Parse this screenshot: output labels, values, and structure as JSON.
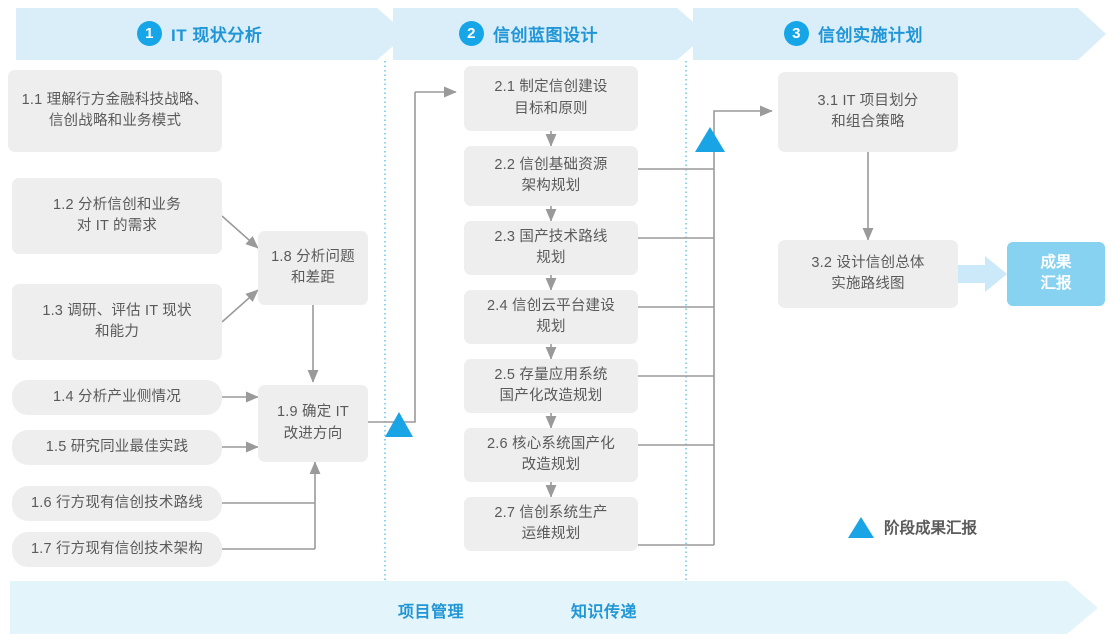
{
  "header": {
    "phases": [
      {
        "num": "1",
        "label": "IT 现状分析"
      },
      {
        "num": "2",
        "label": "信创蓝图设计"
      },
      {
        "num": "3",
        "label": "信创实施计划"
      }
    ],
    "band_fill": "#d9eef9",
    "accent": "#2196d6",
    "badge_fill": "#16a6e8"
  },
  "nodes": {
    "n11": "1.1 理解行方金融科技战略、\n信创战略和业务模式",
    "n12": "1.2 分析信创和业务\n对 IT 的需求",
    "n13": "1.3 调研、评估 IT 现状\n和能力",
    "n14": "1.4 分析产业侧情况",
    "n15": "1.5 研究同业最佳实践",
    "n16": "1.6 行方现有信创技术路线",
    "n17": "1.7 行方现有信创技术架构",
    "n18": "1.8 分析问题\n和差距",
    "n19": "1.9 确定 IT\n改进方向",
    "n21": "2.1 制定信创建设\n目标和原则",
    "n22": "2.2 信创基础资源\n架构规划",
    "n23": "2.3 国产技术路线\n规划",
    "n24": "2.4 信创云平台建设\n规划",
    "n25": "2.5 存量应用系统\n国产化改造规划",
    "n26": "2.6 核心系统国产化\n改造规划",
    "n27": "2.7 信创系统生产\n运维规划",
    "n31": "3.1 IT 项目划分\n和组合策略",
    "n32": "3.2 设计信创总体\n实施路线图",
    "result": "成果\n汇报"
  },
  "legend": {
    "label": "阶段成果汇报",
    "marker": "triangle-up-icon",
    "color": "#19a5e5"
  },
  "footer": {
    "labels": [
      "项目管理",
      "知识传递"
    ],
    "band_fill": "#e3f4fb"
  },
  "colors": {
    "node_fill": "#eeeeee",
    "node_text": "#5a5a5a",
    "connector": "#9a9a9a",
    "divider": "#3fb6e8",
    "result_fill": "#87d2f0",
    "result_arrow": "#cbe9f8"
  }
}
